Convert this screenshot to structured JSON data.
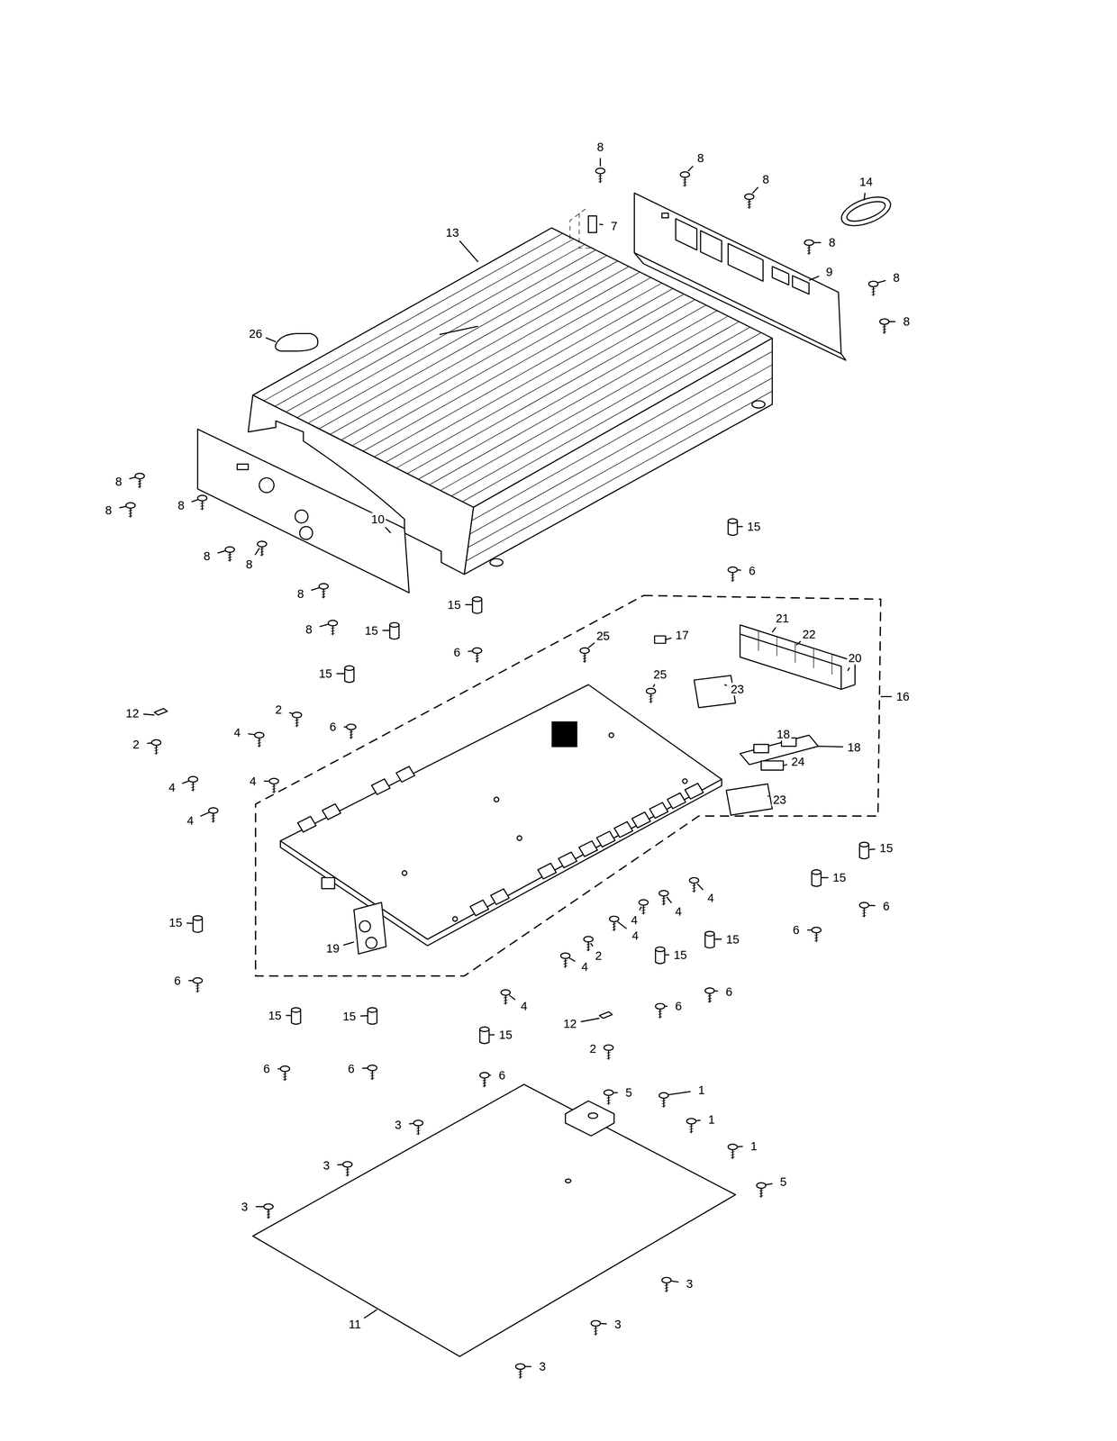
{
  "diagram": {
    "labels": [
      "8",
      "8",
      "8",
      "14",
      "7",
      "13",
      "8",
      "8",
      "9",
      "26",
      "8",
      "8",
      "8",
      "8",
      "10",
      "8",
      "8",
      "8",
      "8",
      "15",
      "6",
      "15",
      "15",
      "6",
      "25",
      "17",
      "21",
      "22",
      "20",
      "16",
      "15",
      "25",
      "23",
      "2",
      "6",
      "12",
      "2",
      "4",
      "18",
      "18",
      "4",
      "4",
      "24",
      "23",
      "4",
      "15",
      "15",
      "6",
      "4",
      "4",
      "4",
      "4",
      "15",
      "6",
      "19",
      "15",
      "2",
      "4",
      "15",
      "6",
      "6",
      "6",
      "4",
      "15",
      "15",
      "15",
      "12",
      "2",
      "6",
      "6",
      "6",
      "5",
      "1",
      "3",
      "1",
      "1",
      "3",
      "5",
      "3",
      "11",
      "3",
      "3",
      "3"
    ]
  }
}
